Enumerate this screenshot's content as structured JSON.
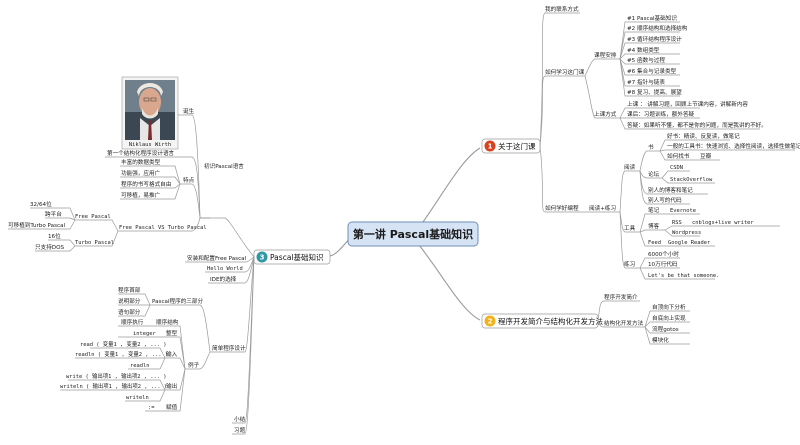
{
  "central": "第一讲  Pascal基础知识",
  "topics": {
    "about": {
      "num": "1",
      "label": "关于这门课",
      "color": "#d9401e"
    },
    "intro": {
      "num": "2",
      "label": "程序开发简介与结构化开发方法",
      "color": "#f2b21a"
    },
    "basic": {
      "num": "3",
      "label": "Pascal基础知识",
      "color": "#2f97a6"
    }
  },
  "about": {
    "contact": "我的联系方式",
    "learn": "如何学习这门课",
    "schedule": "课程安排",
    "lessons": [
      "#1 Pascal基础知识",
      "#2 顺序结构和选择结构",
      "#3 循环结构程序设计",
      "#4 数组类型",
      "#5 函数与过程",
      "#6 集合与记录类型",
      "#7 指针与链表",
      "#8 复习、提高、展望"
    ],
    "method": "上课方式",
    "method_items": [
      "上课 ：  讲解习题，回顾上节课内容，讲解新内容",
      "课后：习题训练，额外答疑",
      "答疑：如果听不懂，都不是你的问题，而是我讲的不好。"
    ],
    "learn_prog": "如何学好编程",
    "read_practice": "阅读+练习",
    "read": "阅读",
    "book": "书",
    "book_items": [
      "一般的工具书：快速浏览、选择性阅读，选择性做笔记",
      "好书：精读、反复读，做笔记"
    ],
    "how_read": "如何找书",
    "douban": "豆瓣",
    "forum": "论坛",
    "csdn": "CSDN",
    "stackoverflow": "StackOverflow",
    "others_blog": "别人的博客和笔记",
    "others_code": "别人写的代码",
    "tools": "工具",
    "notes": "笔记",
    "evernote": "Evernote",
    "blog": "博客",
    "rss": "RSS",
    "cnblogs": "cnblogs+live writer",
    "wordpress": "Wordpress",
    "feed": "Feed",
    "google_reader": "Google Reader",
    "practice": "练习",
    "practice_items": [
      "6000个小时",
      "10万行代码",
      "Let's be that someone."
    ]
  },
  "intro": {
    "dev_intro": "程序开发简介",
    "structured": "结构化开发方法",
    "structured_items": [
      "自顶向下分析",
      "自底向上实现",
      "流程gotos",
      "模块化"
    ]
  },
  "basic": {
    "photo_caption": "Niklaus Wirth",
    "history": "初识Pascal语言",
    "birth": "诞生",
    "first_lang": "第一个结构化程序设计语言",
    "features": "特点",
    "feature_items": [
      "丰富的数据类型",
      "功能强，应用广",
      "程序的书写格式自由",
      "可移植，易推广"
    ],
    "fp_vs_tp": "Free Pascal VS Turbo Pascal",
    "free_pascal": "Free Pascal",
    "fp_items": [
      "32/64位",
      "跨平台",
      "可移植到Turbo Pascal"
    ],
    "turbo_pascal": "Turbo Pascal",
    "tp_items": [
      "16位",
      "只支持DOS"
    ],
    "install": "安装和配置Free Pascal",
    "hello": "Hello World",
    "ide": "IDE的选择",
    "simple": "简单程序设计",
    "three_parts": "Pascal程序的三部分",
    "parts": [
      "程序首部",
      "说明部分",
      "语句部分"
    ],
    "example": "例子",
    "seq": "顺序执行",
    "seq_struct": "顺序结构",
    "integer": "integer",
    "int_type": "整型",
    "input": "输入",
    "input_items": [
      "read ( 变量1 , 变量2 , ... )",
      "readln ( 变量1 , 变量2 , ... )",
      "readln"
    ],
    "output": "输出",
    "output_items": [
      "write ( 输出项1 , 输出项2 , ... )",
      "writeln ( 输出项1 , 输出项2 , ... )",
      "writeln"
    ],
    "assign_op": ":=",
    "assign": "赋值",
    "summary": "小结",
    "exercise": "习题"
  }
}
